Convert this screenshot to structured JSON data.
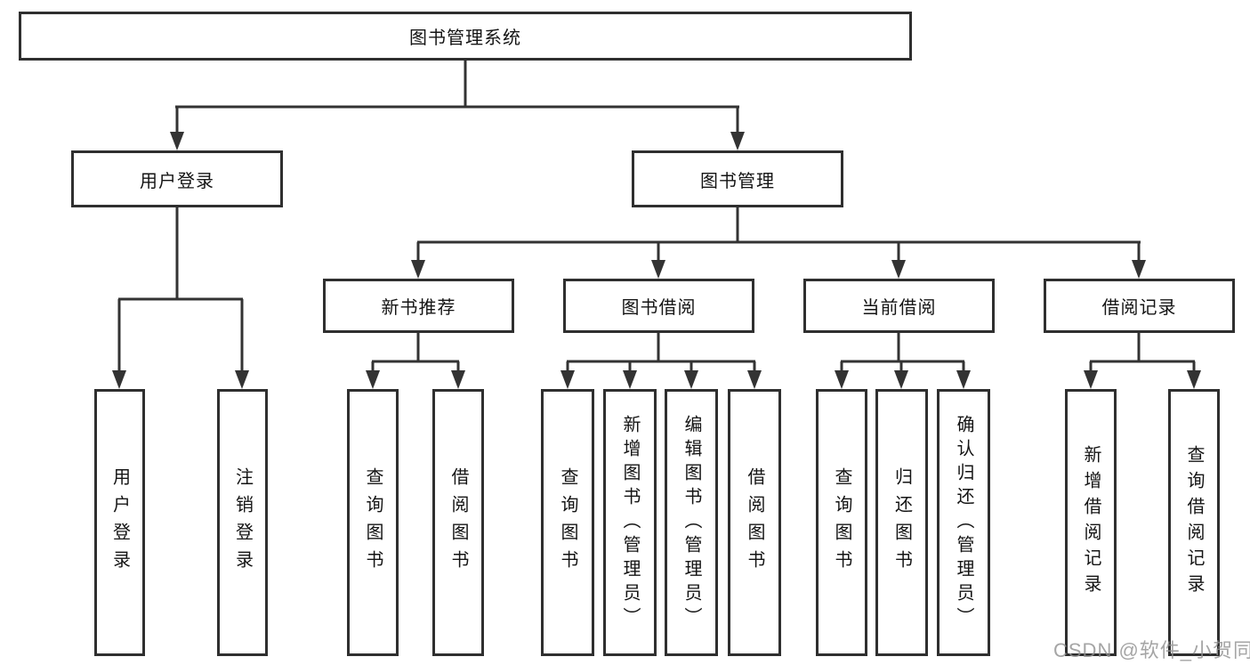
{
  "diagram": {
    "root": {
      "label": "图书管理系统"
    },
    "branches": [
      {
        "label": "用户登录",
        "children": [
          {
            "label": "用户登录"
          },
          {
            "label": "注销登录"
          }
        ]
      },
      {
        "label": "图书管理",
        "sections": [
          {
            "label": "新书推荐",
            "children": [
              {
                "label": "查询图书"
              },
              {
                "label": "借阅图书"
              }
            ]
          },
          {
            "label": "图书借阅",
            "children": [
              {
                "label": "查询图书"
              },
              {
                "label": "新增图书（管理员）"
              },
              {
                "label": "编辑图书（管理员）"
              },
              {
                "label": "借阅图书"
              }
            ]
          },
          {
            "label": "当前借阅",
            "children": [
              {
                "label": "查询图书"
              },
              {
                "label": "归还图书"
              },
              {
                "label": "确认归还（管理员）"
              }
            ]
          },
          {
            "label": "借阅记录",
            "children": [
              {
                "label": "新增借阅记录"
              },
              {
                "label": "查询借阅记录"
              }
            ]
          }
        ]
      }
    ]
  },
  "watermark": "CSDN @软件_小贺同学",
  "colors": {
    "line": "#333333",
    "box_border": "#2f2f2f",
    "text": "#141414",
    "background": "#ffffff",
    "watermark": "#919191"
  }
}
